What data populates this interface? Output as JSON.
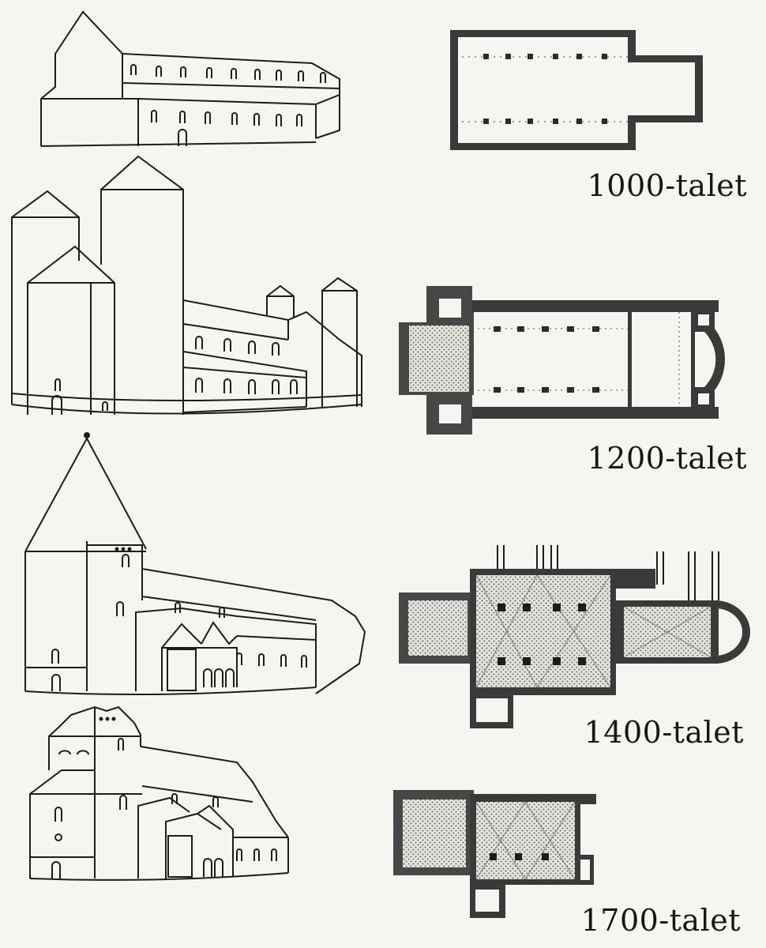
{
  "eras": [
    {
      "label": "1000-talet"
    },
    {
      "label": "1200-talet"
    },
    {
      "label": "1400-talet"
    },
    {
      "label": "1700-talet"
    }
  ],
  "colors": {
    "background": "#f6f5f1",
    "ink": "#1c1c1c",
    "wall_fill": "#4a4a4a",
    "stipple_fill": "#dcdcd6"
  }
}
